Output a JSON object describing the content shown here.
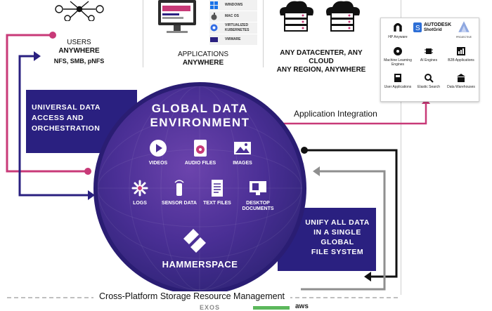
{
  "users": {
    "line1": "USERS",
    "line2": "ANYWHERE",
    "protocols": "NFS, SMB, pNFS"
  },
  "applications": {
    "line1": "APPLICATIONS",
    "line2": "ANYWHERE",
    "os": [
      "WINDOWS",
      "MAC OS",
      "VIRTUALIZED KUBERNETES",
      "VMWARE"
    ]
  },
  "datacenter": {
    "line1": "ANY DATACENTER, ANY CLOUD",
    "line2": "ANY REGION, ANYWHERE"
  },
  "left_panel": {
    "lines": [
      "UNIVERSAL DATA",
      "ACCESS AND",
      "ORCHESTRATION"
    ]
  },
  "globe": {
    "title_line1": "GLOBAL DATA",
    "title_line2": "ENVIRONMENT",
    "brand": "HAMMERSPACE",
    "file_types": [
      {
        "label": "VIDEOS",
        "icon": "play-icon"
      },
      {
        "label": "AUDIO FILES",
        "icon": "audio-file-icon"
      },
      {
        "label": "IMAGES",
        "icon": "image-icon"
      },
      {
        "label": "LOGS",
        "icon": "logs-icon"
      },
      {
        "label": "SENSOR DATA",
        "icon": "sensor-icon"
      },
      {
        "label": "TEXT FILES",
        "icon": "text-file-icon"
      },
      {
        "label": "DESKTOP DOCUMENTS",
        "icon": "desktop-documents-icon"
      }
    ]
  },
  "app_integration": {
    "label": "Application Integration"
  },
  "right_panel": {
    "lines": [
      "UNIFY ALL DATA",
      "IN A SINGLE",
      "GLOBAL",
      "FILE SYSTEM"
    ]
  },
  "apps_box": {
    "brand_autodesk": "AUTODESK",
    "brand_shotgrid": "ShotGrid",
    "items": [
      "HP Anyware",
      "Machine Learning Engines",
      "AI Engines",
      "B2B Applications",
      "User Applications",
      "Elastic Search",
      "Data Warehouses"
    ],
    "small_tag": "PROJECTIVE"
  },
  "footer": {
    "label": "Cross-Platform Storage Resource Management",
    "vendors": [
      "EXOS",
      "aws"
    ]
  },
  "colors": {
    "navy": "#2a2080",
    "magenta": "#c83a78",
    "gray": "#8f8f8f",
    "black": "#111111"
  }
}
